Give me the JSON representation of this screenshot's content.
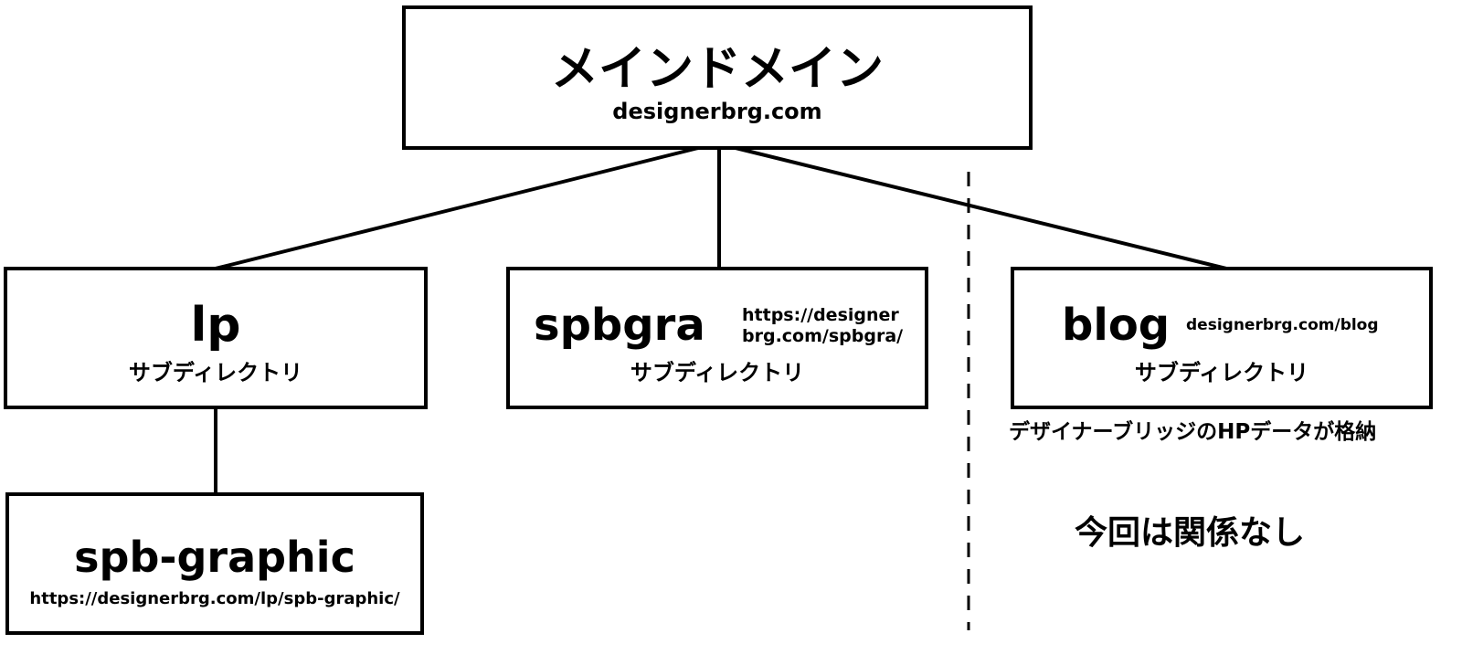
{
  "root": {
    "title": "メインドメイン",
    "domain": "designerbrg.com"
  },
  "lp": {
    "title": "lp",
    "type": "サブディレクトリ"
  },
  "spbgra": {
    "title": "spbgra",
    "url_line1": "https://designer",
    "url_line2": "brg.com/spbgra/",
    "type": "サブディレクトリ"
  },
  "blog": {
    "title": "blog",
    "url": "designerbrg.com/blog",
    "type": "サブディレクトリ",
    "note": "デザイナーブリッジのHPデータが格納",
    "note2": "今回は関係なし"
  },
  "spb_graphic": {
    "title": "spb-graphic",
    "url": "https://designerbrg.com/lp/spb-graphic/"
  }
}
